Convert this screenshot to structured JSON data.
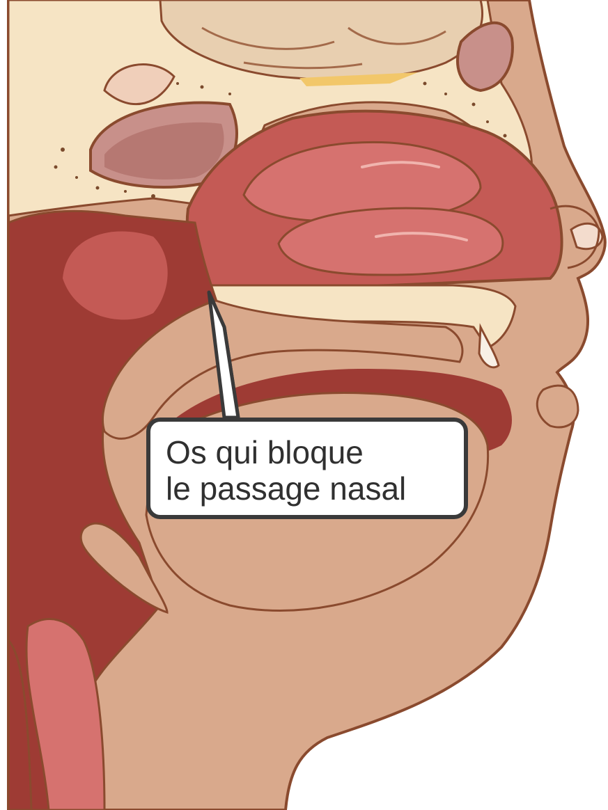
{
  "diagram": {
    "subject": "sagittal cross-section of the head showing nasal cavity, sinuses, palate, tongue and throat",
    "callout": {
      "line1": "Os qui bloque",
      "line2": "le passage nasal"
    },
    "colors": {
      "skin": "#d9a98c",
      "skin_outline": "#8a4a2e",
      "bone": "#f6e4c4",
      "mucosa": "#c45a55",
      "mucosa_dark": "#9e3b34",
      "turbinate": "#d6726f",
      "brain": "#e8cfb0",
      "callout_border": "#3a3a3a",
      "callout_text": "#303030"
    }
  }
}
